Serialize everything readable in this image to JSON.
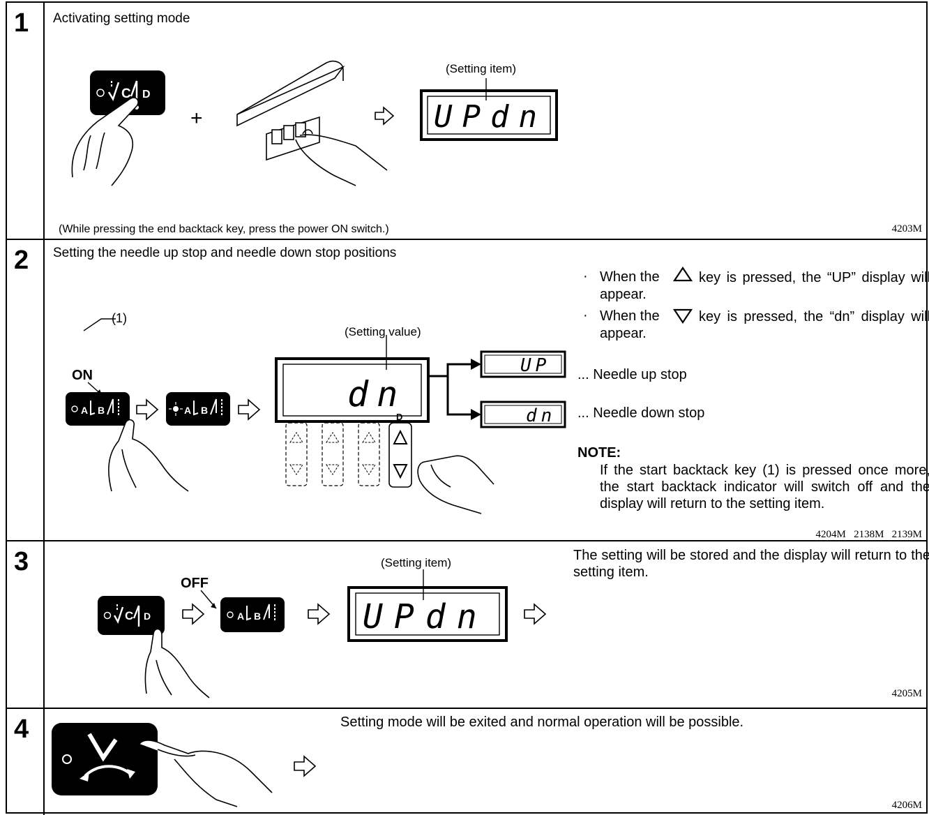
{
  "steps": [
    {
      "number": "1",
      "heading": "Activating setting mode",
      "label_setting_item": "(Setting item)",
      "display": "UPdn",
      "plus": "+",
      "caption": "(While pressing the end backtack key, press the power ON switch.)",
      "code": "4203M"
    },
    {
      "number": "2",
      "heading": "Setting the needle up stop and needle down stop positions",
      "callout": "(1)",
      "on_label": "ON",
      "label_setting_value": "(Setting value)",
      "display": "dn",
      "key_d": "D",
      "up_display": "UP",
      "dn_display": "dn",
      "up_desc": "... Needle up stop",
      "dn_desc": "... Needle down stop",
      "bullets": [
        {
          "before": "When the",
          "after": "key is pressed, the “UP” display will appear."
        },
        {
          "before": "When the",
          "after": "key is pressed, the “dn” display will appear."
        }
      ],
      "note_title": "NOTE:",
      "note_text": "If the start backtack key (1) is pressed once more, the start backtack indicator will switch off and the display will return to the setting item.",
      "codes": "4204M   2138M   2139M"
    },
    {
      "number": "3",
      "off_label": "OFF",
      "label_setting_item": "(Setting item)",
      "display": "UPdn",
      "text": "The setting will be stored and the display will return to the setting item.",
      "code": "4205M"
    },
    {
      "number": "4",
      "text": "Setting mode will be exited and normal operation will be possible.",
      "code": "4206M"
    }
  ],
  "icons": [
    "end-backtack-key-icon",
    "start-backtack-key-icon",
    "thread-trimmer-key-icon",
    "power-switch-icon",
    "finger-hand-icon",
    "arrow-right-outline-icon",
    "triangle-up-key-icon",
    "triangle-down-key-icon"
  ]
}
